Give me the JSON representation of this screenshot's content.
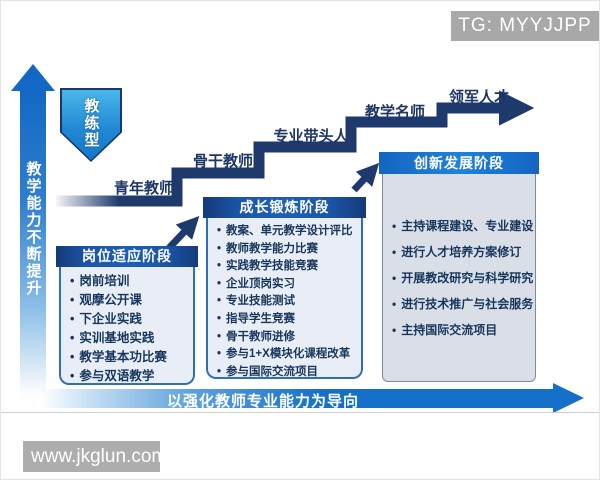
{
  "tg_badge": "TG: MYYJJPP",
  "watermark": "www.jkglun.com",
  "coach_badge": "教练型",
  "left_axis_label": "教学能力不断提升",
  "bottom_axis_label": "以强化教师专业能力为导向",
  "stair_labels": [
    "青年教师",
    "骨干教师",
    "专业带头人",
    "教学名师",
    "领军人才"
  ],
  "stages": [
    {
      "title": "岗位适应阶段",
      "items": [
        "岗前培训",
        "观摩公开课",
        "下企业实践",
        "实训基地实践",
        "教学基本功比赛",
        "参与双语教学"
      ]
    },
    {
      "title": "成长锻炼阶段",
      "items": [
        "教案、单元教学设计评比",
        "教师教学能力比赛",
        "实践教学技能竞赛",
        "企业顶岗实习",
        "专业技能测试",
        "指导学生竞赛",
        "骨干教师进修",
        "参与1+X模块化课程改革",
        "参与国际交流项目"
      ]
    },
    {
      "title": "创新发展阶段",
      "items": [
        "主持课程建设、专业建设",
        "进行人才培养方案修订",
        "开展教改研究与科学研究",
        "进行技术推广与社会服务",
        "主持国际交流项目"
      ]
    }
  ],
  "colors": {
    "stair_navy": "#1e3a6d",
    "stage_header_blue": "#1b55a8",
    "stage3_header_blue": "#1b79d6",
    "stage_body_light": "#e9eef6",
    "stage_body_gray": "#dadfe7",
    "axis_arrow_blue": "#1470c8",
    "badge_gray": "#a8a8a8"
  }
}
